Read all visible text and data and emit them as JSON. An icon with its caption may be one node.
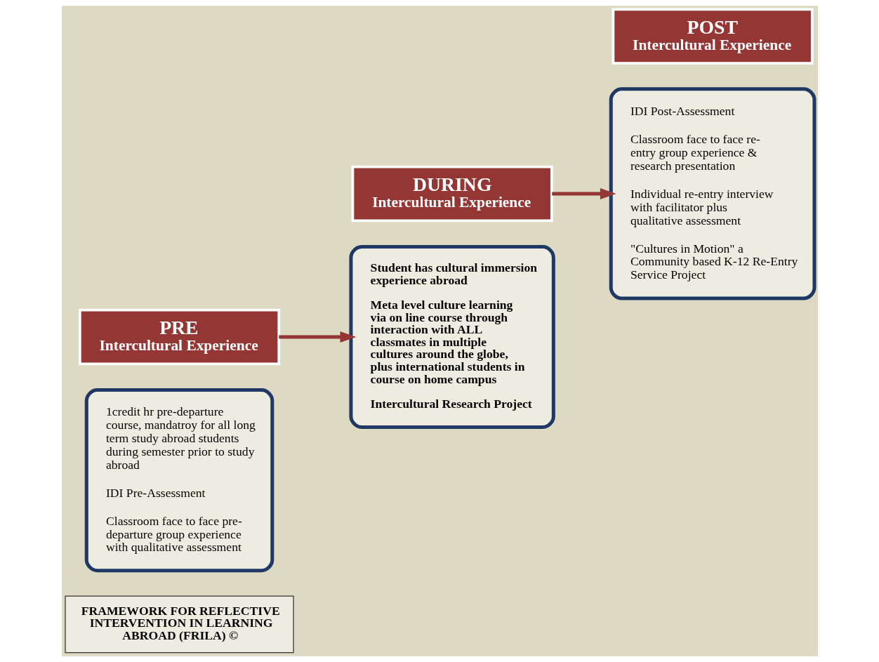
{
  "diagram": {
    "nodes": [
      {
        "text": [
          "FRAMEWORK FOR REFLECTIVE INTERVENTION IN LEARNING ABROAD (FRILA) ©"
        ]
      },
      {
        "text": [
          "1credit hr pre-departure course, mandatroy for all long term study abroad students during semester prior to study abroad",
          "IDI Pre-Assessment",
          "Classroom face to face pre-departure group experience with qualitative assessment"
        ]
      },
      {
        "text": [
          "PRE",
          "Intercultural Experience"
        ]
      },
      {
        "text": [
          "Student has cultural immersion experience abroad",
          "Meta level culture learning via on line course through interaction with ALL classmates in multiple cultures around the globe, plus international students in course on home campus",
          "Intercultural Research Project"
        ]
      },
      {
        "text": [
          "DURING",
          "Intercultural Experience"
        ]
      },
      {
        "text": [
          "IDI Post-Assessment",
          "Classroom face to face re-entry group experience & research presentation",
          "Individual re-entry interview with facilitator plus qualitative assessment",
          "\"Cultures in Motion\" a Community based K-12 Re-Entry Service Project"
        ]
      },
      {
        "text": [
          "POST",
          "Intercultural Experience"
        ]
      }
    ],
    "edges": [
      {
        "from": 2,
        "to": 3,
        "arrow": "to"
      },
      {
        "from": 4,
        "to": 5,
        "arrow": "to"
      }
    ]
  }
}
